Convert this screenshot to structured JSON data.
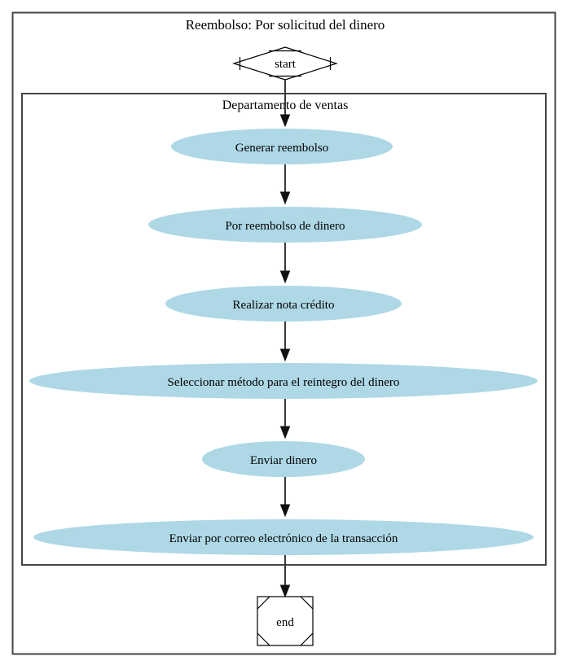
{
  "diagram": {
    "title": "Reembolso: Por solicitud del dinero",
    "type": "flowchart",
    "colors": {
      "node_fill": "#aed8e6",
      "border": "#444444",
      "edge": "#3a3a3a",
      "text": "#000000",
      "background": "#ffffff"
    },
    "cluster": {
      "label": "Departamento de ventas"
    },
    "terminals": {
      "start": "start",
      "end": "end"
    },
    "steps": [
      {
        "label": "Generar reembolso"
      },
      {
        "label": "Por reembolso de dinero"
      },
      {
        "label": "Realizar nota crédito"
      },
      {
        "label": "Seleccionar método para el reintegro del dinero"
      },
      {
        "label": "Enviar dinero"
      },
      {
        "label": "Enviar por correo electrónico de la transacción"
      }
    ]
  }
}
